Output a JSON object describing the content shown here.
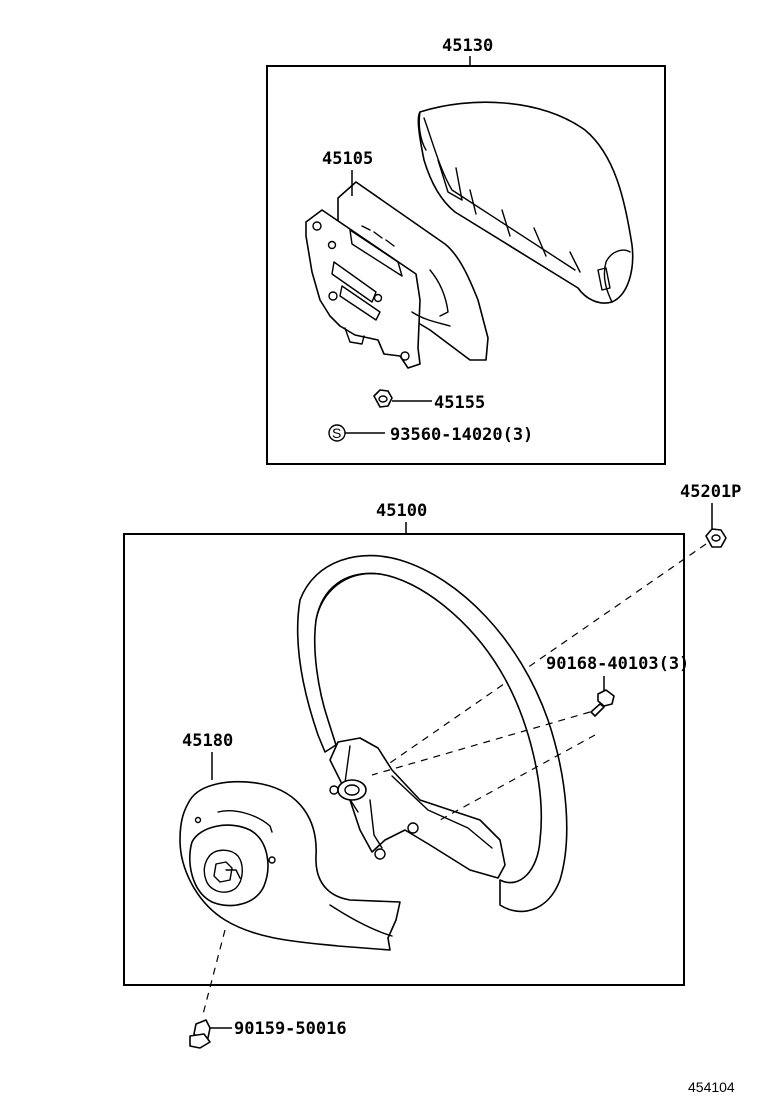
{
  "labels": {
    "part_45130": "45130",
    "part_45105": "45105",
    "part_45155": "45155",
    "part_93560": "93560-14020(3)",
    "part_45201p": "45201P",
    "part_45100": "45100",
    "part_90168": "90168-40103(3)",
    "part_45180": "45180",
    "part_90159": "90159-50016",
    "diagram_id": "454104"
  },
  "icons": {
    "standard_part_symbol": "S"
  }
}
